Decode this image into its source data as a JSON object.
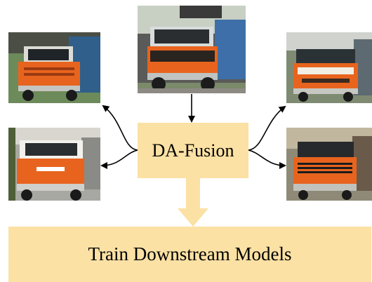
{
  "center_node": {
    "label": "DA-Fusion"
  },
  "output_node": {
    "label": "Train Downstream Models"
  },
  "images": {
    "source": {
      "label": "original-truck-photo"
    },
    "augmentations": [
      {
        "label": "augmented-truck-top-left"
      },
      {
        "label": "augmented-truck-bottom-left"
      },
      {
        "label": "augmented-truck-top-right"
      },
      {
        "label": "augmented-truck-bottom-right"
      }
    ]
  },
  "colors": {
    "box_fill": "#fbe1a4",
    "truck_orange": "#e8641e",
    "arrow": "#000000"
  }
}
